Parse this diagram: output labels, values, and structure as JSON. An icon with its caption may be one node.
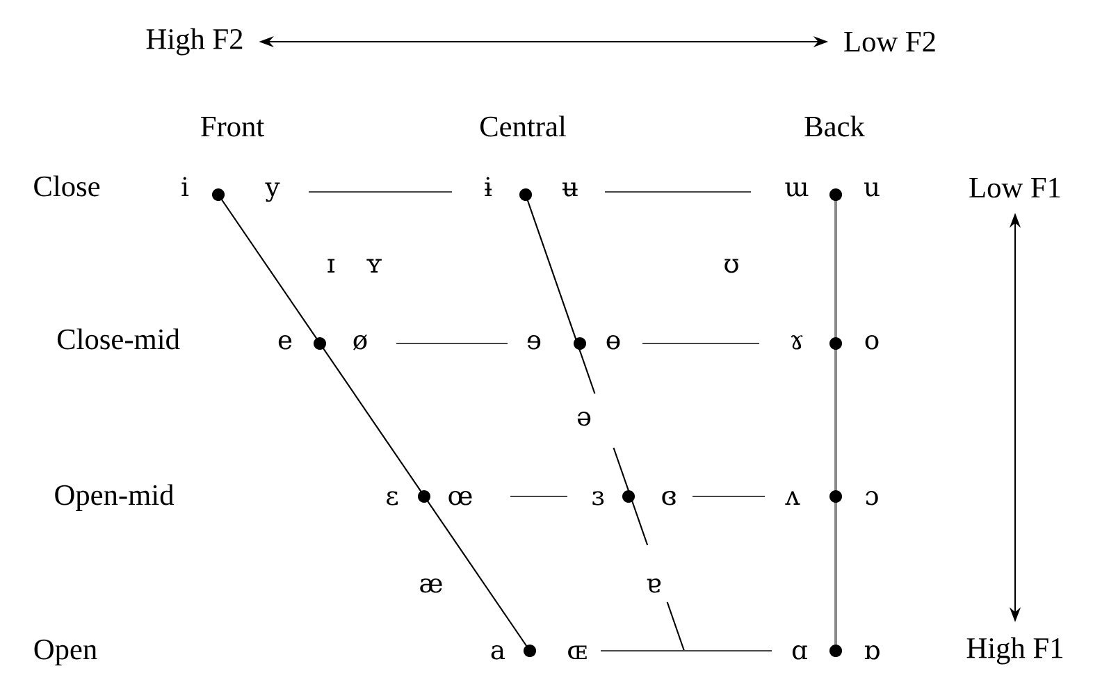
{
  "diagram": {
    "nodes": [
      {
        "text": [
          "High F2"
        ]
      },
      {
        "text": [
          "Low F2"
        ]
      },
      {
        "text": [
          "Low F1"
        ]
      },
      {
        "text": [
          "High F1"
        ]
      }
    ],
    "edges": [
      {
        "from": 0,
        "to": 1,
        "arrow": "both"
      },
      {
        "from": 2,
        "to": 3,
        "arrow": "both"
      }
    ],
    "labels": [
      "Front",
      "Central",
      "Back",
      "Close",
      "i",
      "y",
      "ɨ",
      "ʉ",
      "ɯ",
      "u",
      "ɪ",
      "ʏ",
      "ʊ",
      "Close-mid",
      "e",
      "ø",
      "ɘ",
      "ɵ",
      "ɤ",
      "o",
      "ə",
      "Open-mid",
      "ɛ",
      "œ",
      "ɜ",
      "ɞ",
      "ʌ",
      "ɔ",
      "æ",
      "ɐ",
      "Open",
      "a",
      "ɶ",
      "ɑ",
      "ɒ"
    ]
  }
}
